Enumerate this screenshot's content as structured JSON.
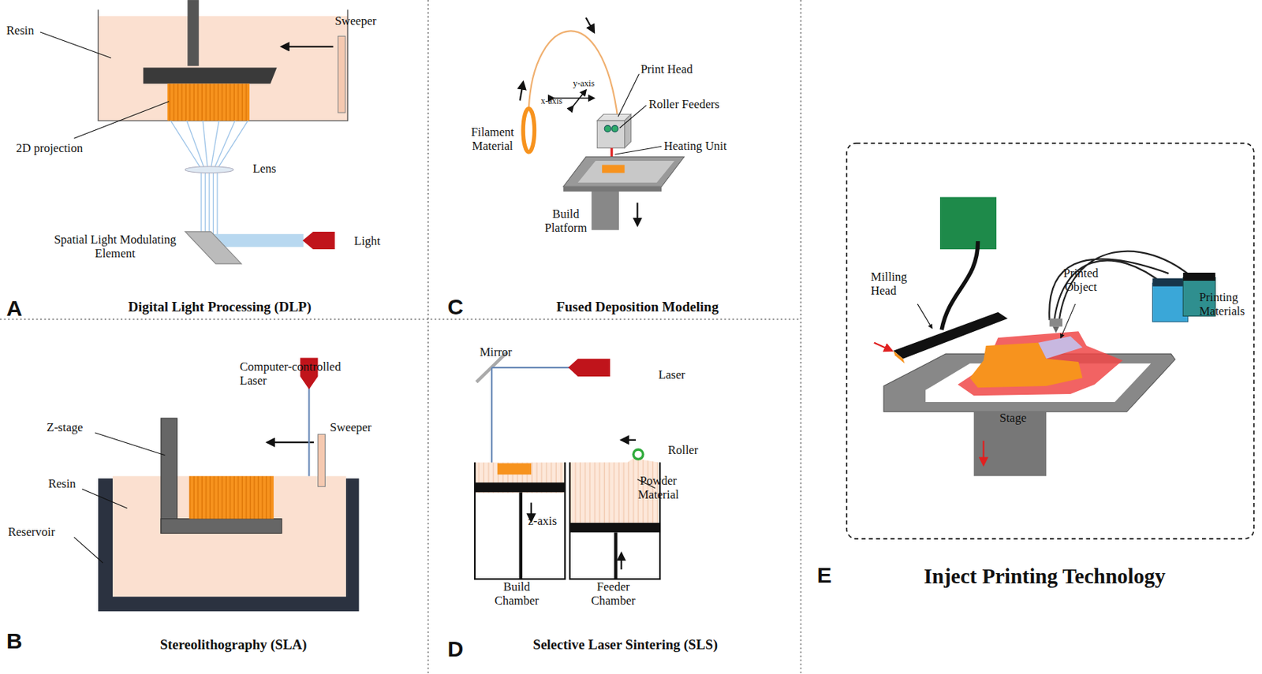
{
  "diagram": {
    "labels": [
      "Resin",
      "Sweeper",
      "2D projection",
      "Lens",
      "Spatial Light Modulating Element",
      "Light",
      "A",
      "Digital Light Processing (DLP)",
      "Print Head",
      "y-axis",
      "x-axis",
      "Roller Feeders",
      "Filament Material",
      "Heating Unit",
      "Build Platform",
      "C",
      "Fused Deposition Modeling",
      "Milling Head",
      "Printed Object",
      "Printing Materials",
      "Stage",
      "E",
      "Inject Printing Technology",
      "Computer-controlled Laser",
      "Sweeper",
      "Z-stage",
      "Resin",
      "Reservoir",
      "B",
      "Stereolithography (SLA)",
      "Mirror",
      "Laser",
      "Roller",
      "Powder Material",
      "z-axis",
      "Build Chamber",
      "Feeder Chamber",
      "D",
      "Selective Laser Sintering (SLS)"
    ]
  }
}
